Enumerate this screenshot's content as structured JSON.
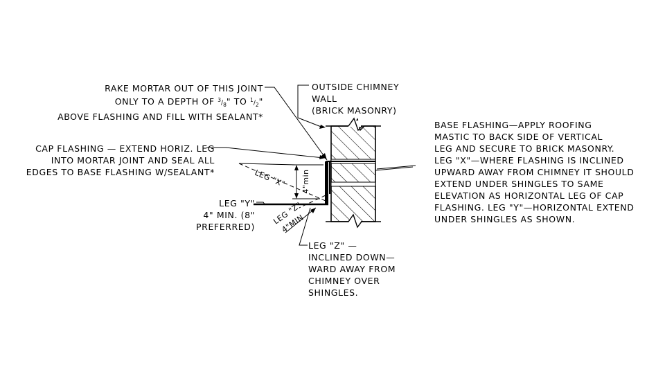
{
  "notes": {
    "rake_mortar": {
      "line1": "RAKE MORTAR OUT OF THIS JOINT",
      "line2a": "ONLY TO A DEPTH OF ",
      "frac1_num": "3",
      "frac1_den": "8",
      "line2b": "\" TO ",
      "frac2_num": "1",
      "frac2_den": "2",
      "line2c": "\"",
      "line3": "ABOVE FLASHING AND FILL WITH SEALANT*"
    },
    "outside_wall": [
      "OUTSIDE CHIMNEY",
      "WALL",
      "(BRICK MASONRY)"
    ],
    "cap_flashing": [
      "CAP FLASHING — EXTEND HORIZ. LEG",
      "INTO MORTAR JOINT AND SEAL ALL",
      "EDGES TO BASE FLASHING W/SEALANT*"
    ],
    "base_flashing": [
      "BASE FLASHING—APPLY ROOFING",
      "MASTIC TO BACK SIDE OF VERTICAL",
      "LEG AND SECURE TO BRICK MASONRY.",
      "LEG \"X\"—WHERE FLASHING IS INCLINED",
      "UPWARD AWAY FROM CHIMNEY IT SHOULD",
      "EXTEND UNDER SHINGLES TO SAME",
      "ELEVATION AS HORIZONTAL LEG OF CAP",
      "FLASHING. LEG \"Y\"—HORIZONTAL EXTEND",
      "UNDER SHINGLES AS SHOWN."
    ],
    "leg_y": [
      "LEG \"Y\"",
      "4\" MIN. (8\"",
      "PREFERRED)"
    ],
    "leg_z": [
      "LEG \"Z\" —",
      "INCLINED DOWN—",
      "WARD AWAY FROM",
      "CHIMNEY OVER",
      "SHINGLES."
    ]
  },
  "diagram_labels": {
    "leg_x": "LEG \"X\"",
    "dim_4min_vertical": "4\"min",
    "leg_z_short": "LEG \"Z\"",
    "dim_4min_inclined": "4\"MIN"
  }
}
